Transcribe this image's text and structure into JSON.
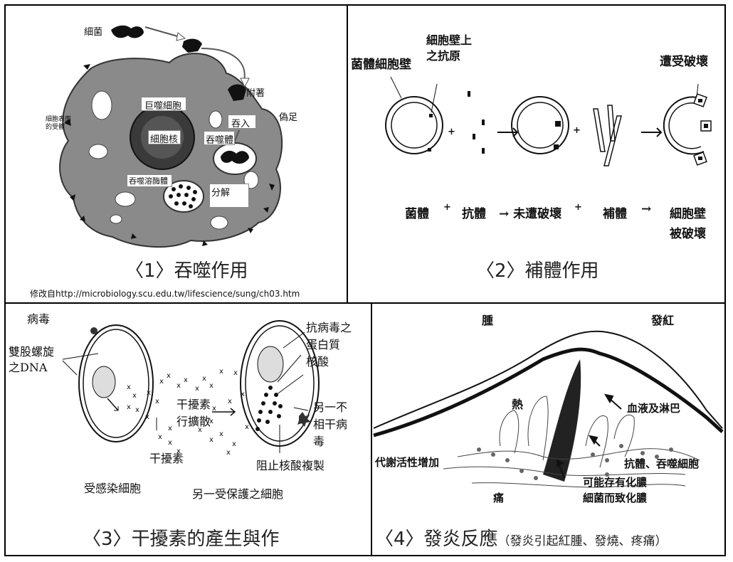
{
  "panels": {
    "p1": {
      "caption": "〈1〉吞噬作用",
      "source": "修改自http://microbiology.scu.edu.tw/lifescience/sung/ch03.htm",
      "labels": {
        "bacteria": "細菌",
        "macrophage": "巨噬細胞",
        "attach": "附著",
        "pseudopod": "偽足",
        "engulf": "吞入",
        "nucleus": "細胞核",
        "phagosome": "吞噬體",
        "receptor": "細胞表面的受體",
        "phagolysosome": "吞噬溶酶體",
        "digest": "分解"
      }
    },
    "p2": {
      "caption": "〈2〉補體作用",
      "labels": {
        "cell_wall": "菌體細胞壁",
        "antigen": "細胞壁上之抗原",
        "destroyed": "遭受破壞",
        "bacteria": "菌體",
        "antibody": "抗體",
        "not_destroyed": "→ 未遭破壞",
        "complement": "補體",
        "wall_destroyed_1": "細胞壁",
        "wall_destroyed_2": "被破壞",
        "plus": "+",
        "arrow": "→"
      }
    },
    "p3": {
      "caption": "〈3〉干擾素的產生與作",
      "labels": {
        "virus": "病毒",
        "dna_1": "雙股螺旋",
        "dna_2": "之DNA",
        "antiviral_1": "抗病毒之",
        "antiviral_2": "蛋白質",
        "nucleic": "核酸",
        "ifn_spread_1": "干擾素",
        "ifn_spread_2": "行擴散",
        "other_virus_1": "另一不",
        "other_virus_2": "相干病",
        "other_virus_3": "毒",
        "interferon": "干擾素",
        "block": "阻止核酸複製",
        "infected": "受感染細胞",
        "protected": "另一受保護之細胞"
      }
    },
    "p4": {
      "caption_main": "〈4〉發炎反應",
      "caption_sub": "（發炎引起紅腫、發燒、疼痛）",
      "labels": {
        "swelling": "腫",
        "redness": "發紅",
        "heat": "熱",
        "blood": "血液及淋巴",
        "metabolism": "代謝活性增加",
        "antibody": "抗體、吞噬細胞",
        "pus_1": "可能存有化膿",
        "pus_2": "細菌而致化膿",
        "pain": "痛"
      }
    }
  }
}
